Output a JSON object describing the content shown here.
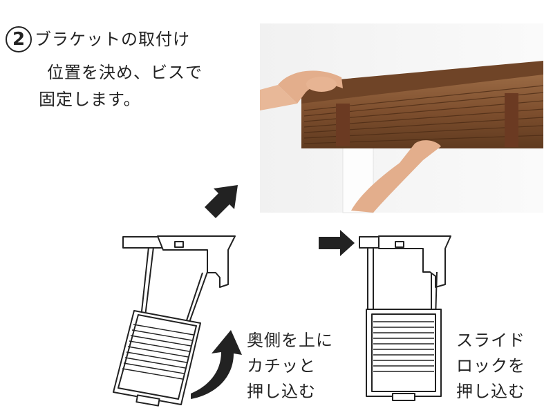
{
  "step": {
    "number": "2",
    "lines": [
      "ブラケットの取付け",
      "位置を決め、ビスで",
      "固定します。"
    ]
  },
  "captions": {
    "left": [
      "奥側を上に",
      "カチッと",
      "押し込む"
    ],
    "right": [
      "スライド",
      "ロックを",
      "押し込む"
    ]
  },
  "icons": [
    "arrow-icon",
    "curved-arrow-icon"
  ],
  "colors": {
    "wood": "#8a5a36",
    "wood_dark": "#5a3418",
    "tape": "#6b3a22",
    "ink": "#222222"
  }
}
